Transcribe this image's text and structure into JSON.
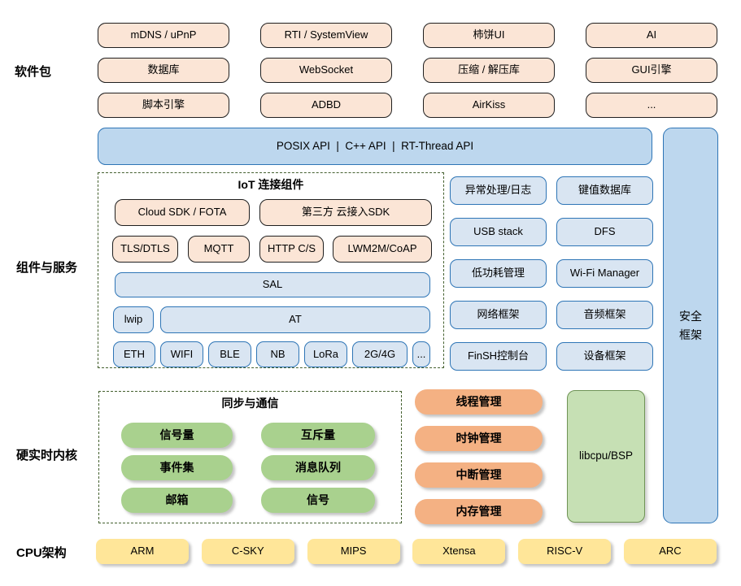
{
  "colors": {
    "package_fill": "#fbe5d6",
    "package_border": "#1f1f1f",
    "component_fill": "#d9e5f2",
    "banner_fill": "#bdd7ee",
    "blue_border": "#2e75b6",
    "kernel_green": "#a9d18e",
    "libcpu_green": "#c6e0b4",
    "kernel_orange": "#f4b183",
    "cpu_yellow": "#ffe699",
    "dashed_border": "#44602f"
  },
  "side_labels": {
    "software": "软件包",
    "components": "组件与服务",
    "kernel": "硬实时内核",
    "cpu": "CPU架构"
  },
  "software_packages": {
    "rows": [
      [
        "mDNS / uPnP",
        "RTI / SystemView",
        "柿饼UI",
        "AI"
      ],
      [
        "数据库",
        "WebSocket",
        "压缩 / 解压库",
        "GUI引擎"
      ],
      [
        "脚本引擎",
        "ADBD",
        "AirKiss",
        "..."
      ]
    ]
  },
  "api_banner": {
    "text": "POSIX API  |  C++ API  |  RT-Thread API"
  },
  "security": {
    "line1": "安全",
    "line2": "框架"
  },
  "iot": {
    "title": "IoT 连接组件",
    "sdk_row": [
      "Cloud SDK / FOTA",
      "第三方 云接入SDK"
    ],
    "protocol_row": [
      "TLS/DTLS",
      "MQTT",
      "HTTP C/S",
      "LWM2M/CoAP"
    ],
    "sal": "SAL",
    "lwip": "lwip",
    "at": "AT",
    "links": [
      "ETH",
      "WIFI",
      "BLE",
      "NB",
      "LoRa",
      "2G/4G",
      "..."
    ]
  },
  "services": {
    "col1": [
      "异常处理/日志",
      "USB stack",
      "低功耗管理",
      "网络框架",
      "FinSH控制台"
    ],
    "col2": [
      "键值数据库",
      "DFS",
      "Wi-Fi Manager",
      "音频框架",
      "设备框架"
    ]
  },
  "sync": {
    "title": "同步与通信",
    "col1": [
      "信号量",
      "事件集",
      "邮箱"
    ],
    "col2": [
      "互斥量",
      "消息队列",
      "信号"
    ]
  },
  "kernel_mgmt": [
    "线程管理",
    "时钟管理",
    "中断管理",
    "内存管理"
  ],
  "libcpu": {
    "label": "libcpu/BSP"
  },
  "cpu_archs": [
    "ARM",
    "C-SKY",
    "MIPS",
    "Xtensa",
    "RISC-V",
    "ARC"
  ]
}
